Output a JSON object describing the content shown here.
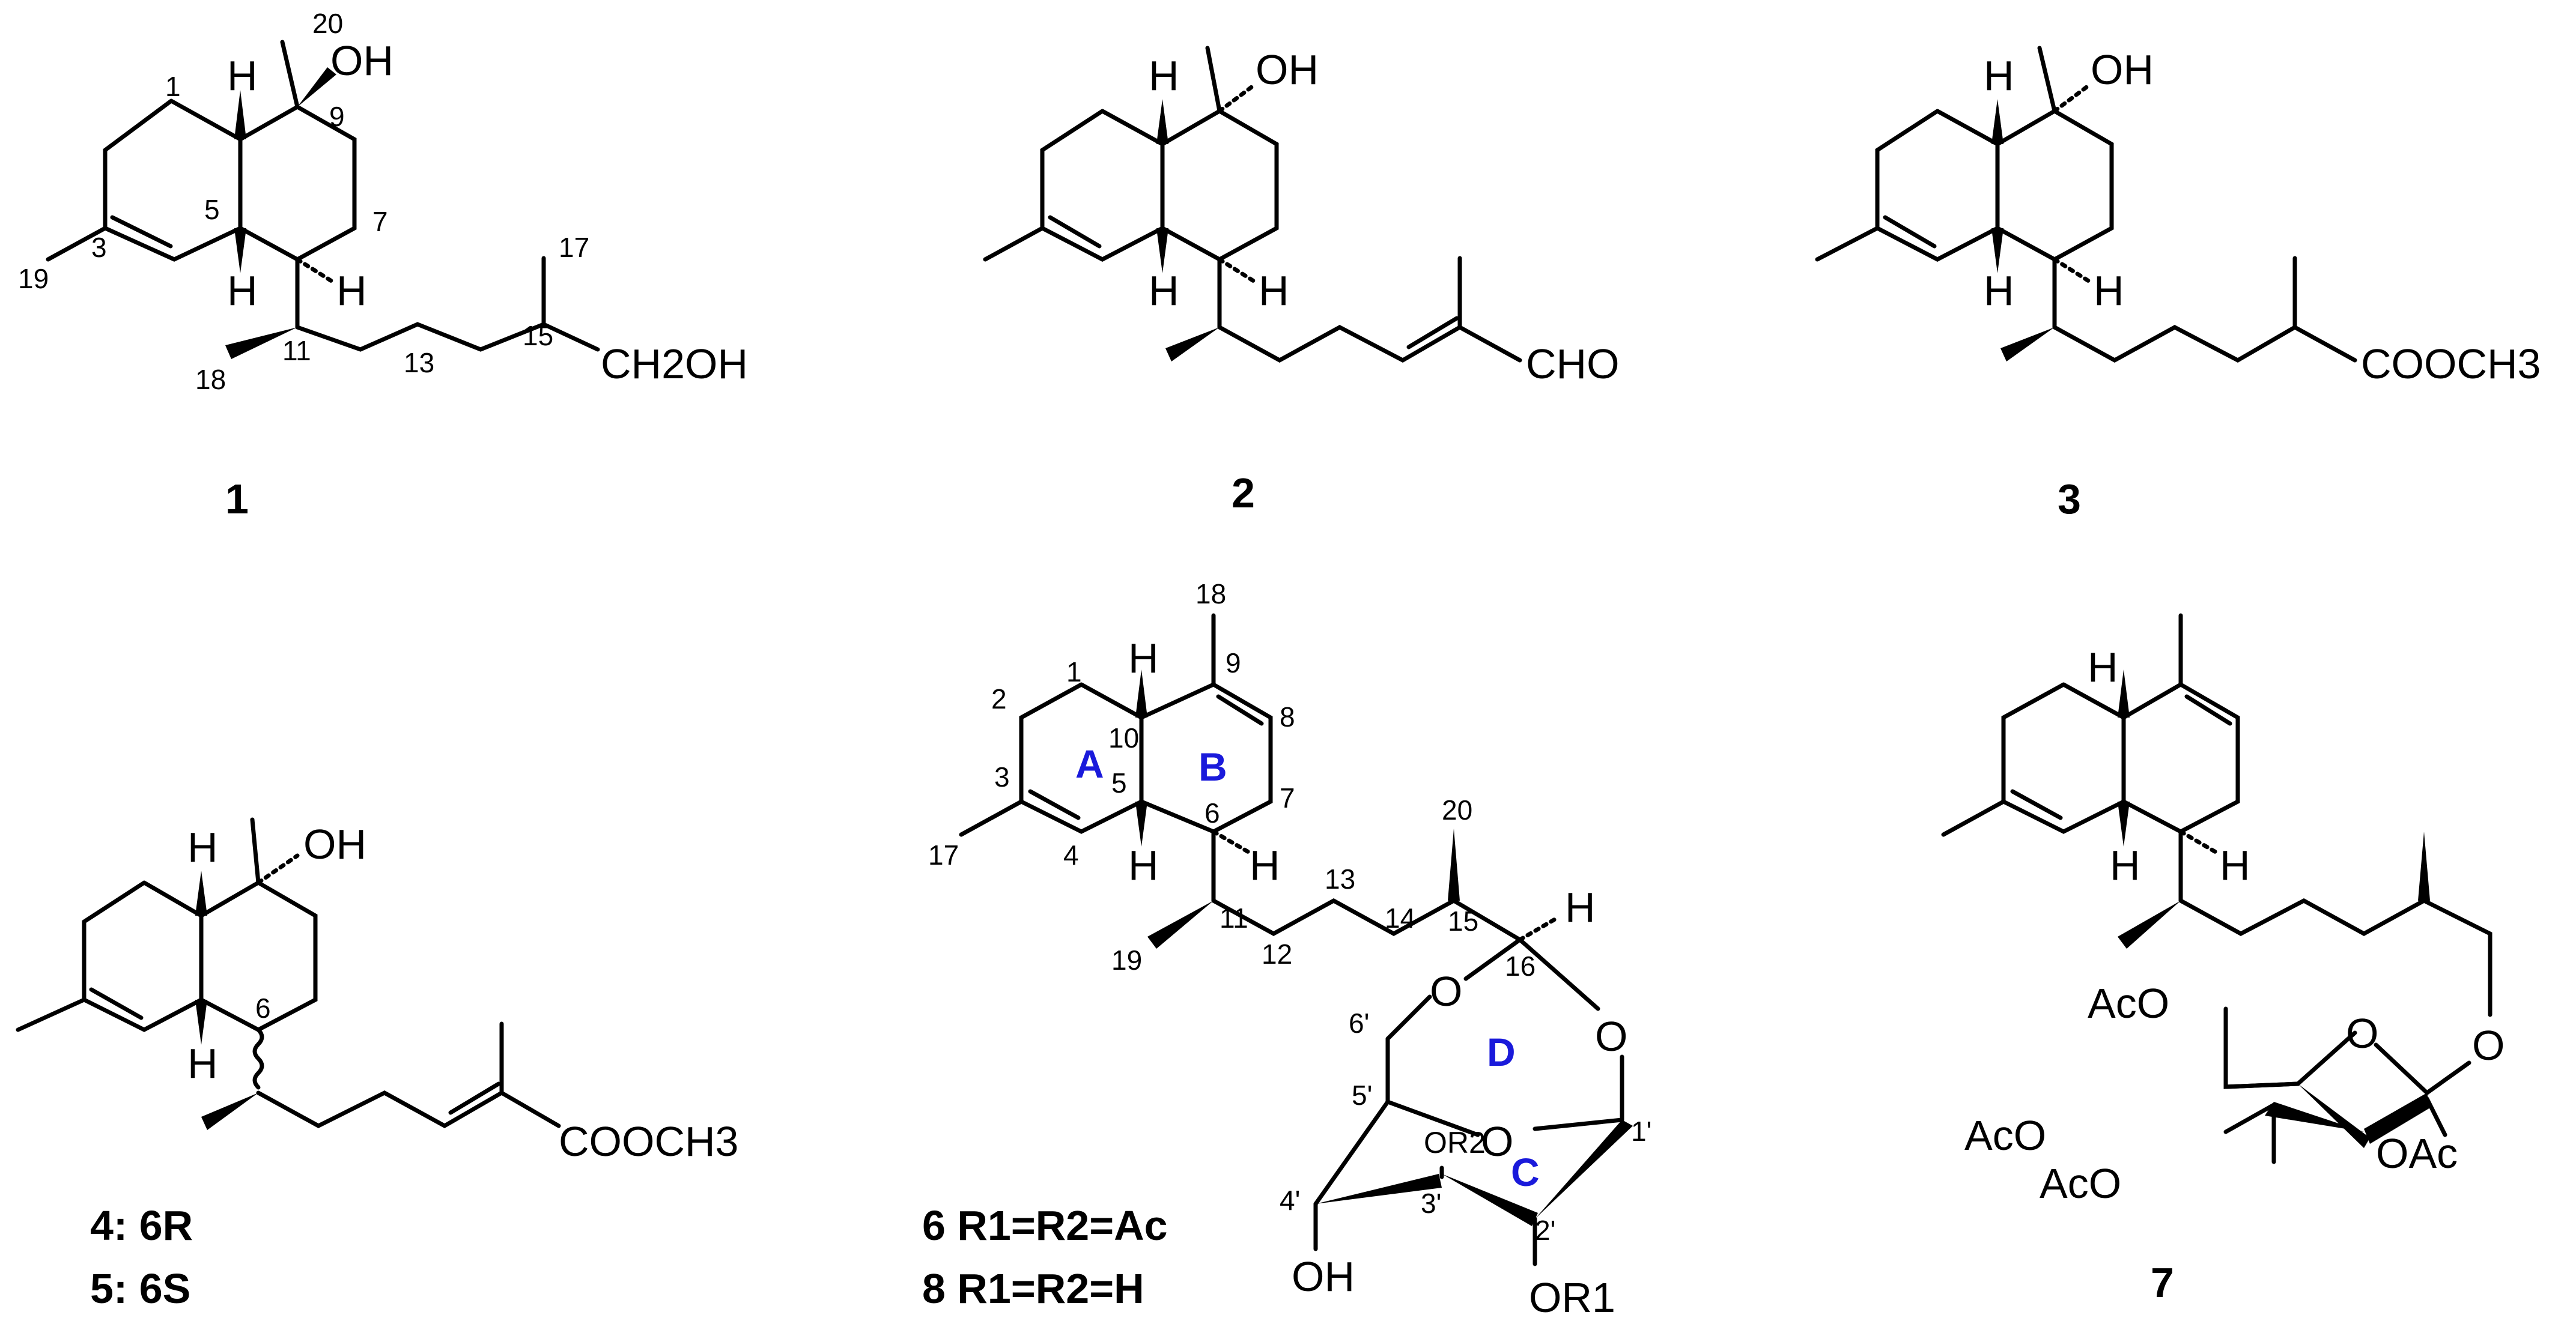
{
  "colors": {
    "bond": "#000000",
    "ring_letter": "#1a1adb",
    "background": "#ffffff"
  },
  "structure_1": {
    "caption": "1",
    "atoms": {
      "OH": "OH",
      "H_top": "H",
      "H_5": "H",
      "H_6": "H",
      "CH2OH": "CH2OH"
    },
    "numbers": {
      "n20": "20",
      "n1": "1",
      "n9": "9",
      "n5": "5",
      "n7": "7",
      "n3": "3",
      "n19": "19",
      "n17": "17",
      "n11": "11",
      "n13": "13",
      "n15": "15",
      "n18": "18"
    }
  },
  "structure_2": {
    "caption": "2",
    "atoms": {
      "OH": "OH",
      "H_top": "H",
      "H_5": "H",
      "H_6": "H",
      "CHO": "CHO"
    }
  },
  "structure_3": {
    "caption": "3",
    "atoms": {
      "OH": "OH",
      "H_top": "H",
      "H_5": "H",
      "H_6": "H",
      "ester": "COOCH3"
    }
  },
  "structure_45": {
    "caption_a": "4: 6R",
    "caption_b": "5: 6S",
    "atoms": {
      "OH": "OH",
      "H_top": "H",
      "H_5": "H",
      "ester": "COOCH3"
    },
    "numbers": {
      "n6": "6"
    }
  },
  "structure_68": {
    "caption_a": "6 R1=R2=Ac",
    "caption_b": "8 R1=R2=H",
    "rings": {
      "A": "A",
      "B": "B",
      "C": "C",
      "D": "D"
    },
    "atoms": {
      "H_top": "H",
      "H_5": "H",
      "H_6": "H",
      "H_16": "H",
      "O_ring": "O",
      "O_bridge": "O",
      "O_pyr": "O",
      "OR2": "OR2",
      "OH": "OH",
      "OR1": "OR1"
    },
    "numbers": {
      "n18": "18",
      "n1": "1",
      "n9": "9",
      "n2": "2",
      "n8": "8",
      "n10": "10",
      "n3": "3",
      "n5": "5",
      "n6": "6",
      "n7": "7",
      "n17": "17",
      "n4": "4",
      "n20": "20",
      "n13": "13",
      "n11": "11",
      "n14": "14",
      "n15": "15",
      "n16": "16",
      "n19": "19",
      "n12": "12",
      "n6p": "6'",
      "n5p": "5'",
      "n1p": "1'",
      "n4p": "4'",
      "n3p": "3'",
      "n2p": "2'"
    }
  },
  "structure_7": {
    "caption": "7",
    "atoms": {
      "H_top": "H",
      "H_5": "H",
      "H_6": "H",
      "AcO_6": "AcO",
      "O_ring": "O",
      "O_link": "O",
      "AcO_4": "AcO",
      "AcO_3": "AcO",
      "OAc_2": "OAc"
    }
  }
}
